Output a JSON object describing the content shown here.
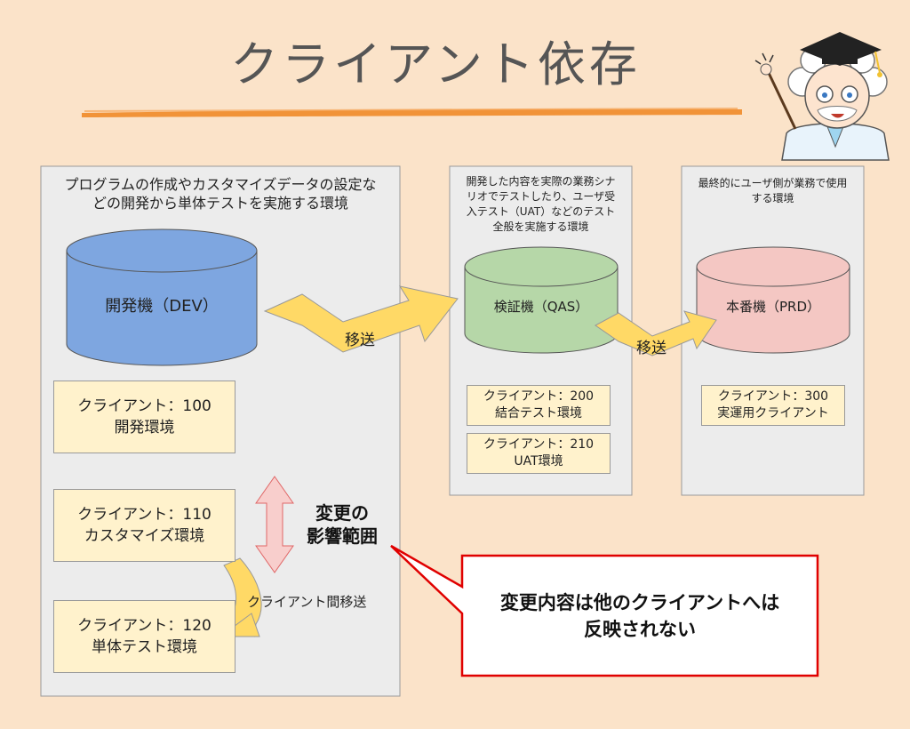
{
  "title": "クライアント依存",
  "dev": {
    "description_line1": "プログラムの作成やカスタマイズデータの設定な",
    "description_line2": "どの開発から単体テストを実施する環境",
    "db_label": "開発機（DEV）",
    "clients": [
      {
        "line1": "クライアント：100",
        "line2": "開発環境"
      },
      {
        "line1": "クライアント：110",
        "line2": "カスタマイズ環境"
      },
      {
        "line1": "クライアント：120",
        "line2": "単体テスト環境"
      }
    ],
    "scope_line1": "変更の",
    "scope_line2": "影響範囲",
    "inter_client_transport": "クライアント間移送"
  },
  "qas": {
    "description_lines": [
      "開発した内容を実際の業務シナ",
      "リオでテストしたり、ユーザ受",
      "入テスト（UAT）などのテスト",
      "全般を実施する環境"
    ],
    "db_label": "検証機（QAS）",
    "clients": [
      {
        "line1": "クライアント：200",
        "line2": "結合テスト環境"
      },
      {
        "line1": "クライアント：210",
        "line2": "UAT環境"
      }
    ]
  },
  "prd": {
    "description_lines": [
      "最終的にユーザ側が業務で使用",
      "する環境"
    ],
    "db_label": "本番機（PRD）",
    "clients": [
      {
        "line1": "クライアント：300",
        "line2": "実運用クライアント"
      }
    ]
  },
  "transport_label_1": "移送",
  "transport_label_2": "移送",
  "callout": {
    "line1": "変更内容は他のクライアントへは",
    "line2": "反映されない"
  },
  "colors": {
    "background": "#fbe3c9",
    "panel": "#ececec",
    "dev_db": "#7ea6e0",
    "qas_db": "#b6d7a8",
    "prd_db": "#f4c7c3",
    "client_box": "#fff2cc",
    "transport_arrow": "#ffd966",
    "scope_arrow": "#f8cecc",
    "callout_border": "#e00000",
    "underline": "#f08a28"
  }
}
